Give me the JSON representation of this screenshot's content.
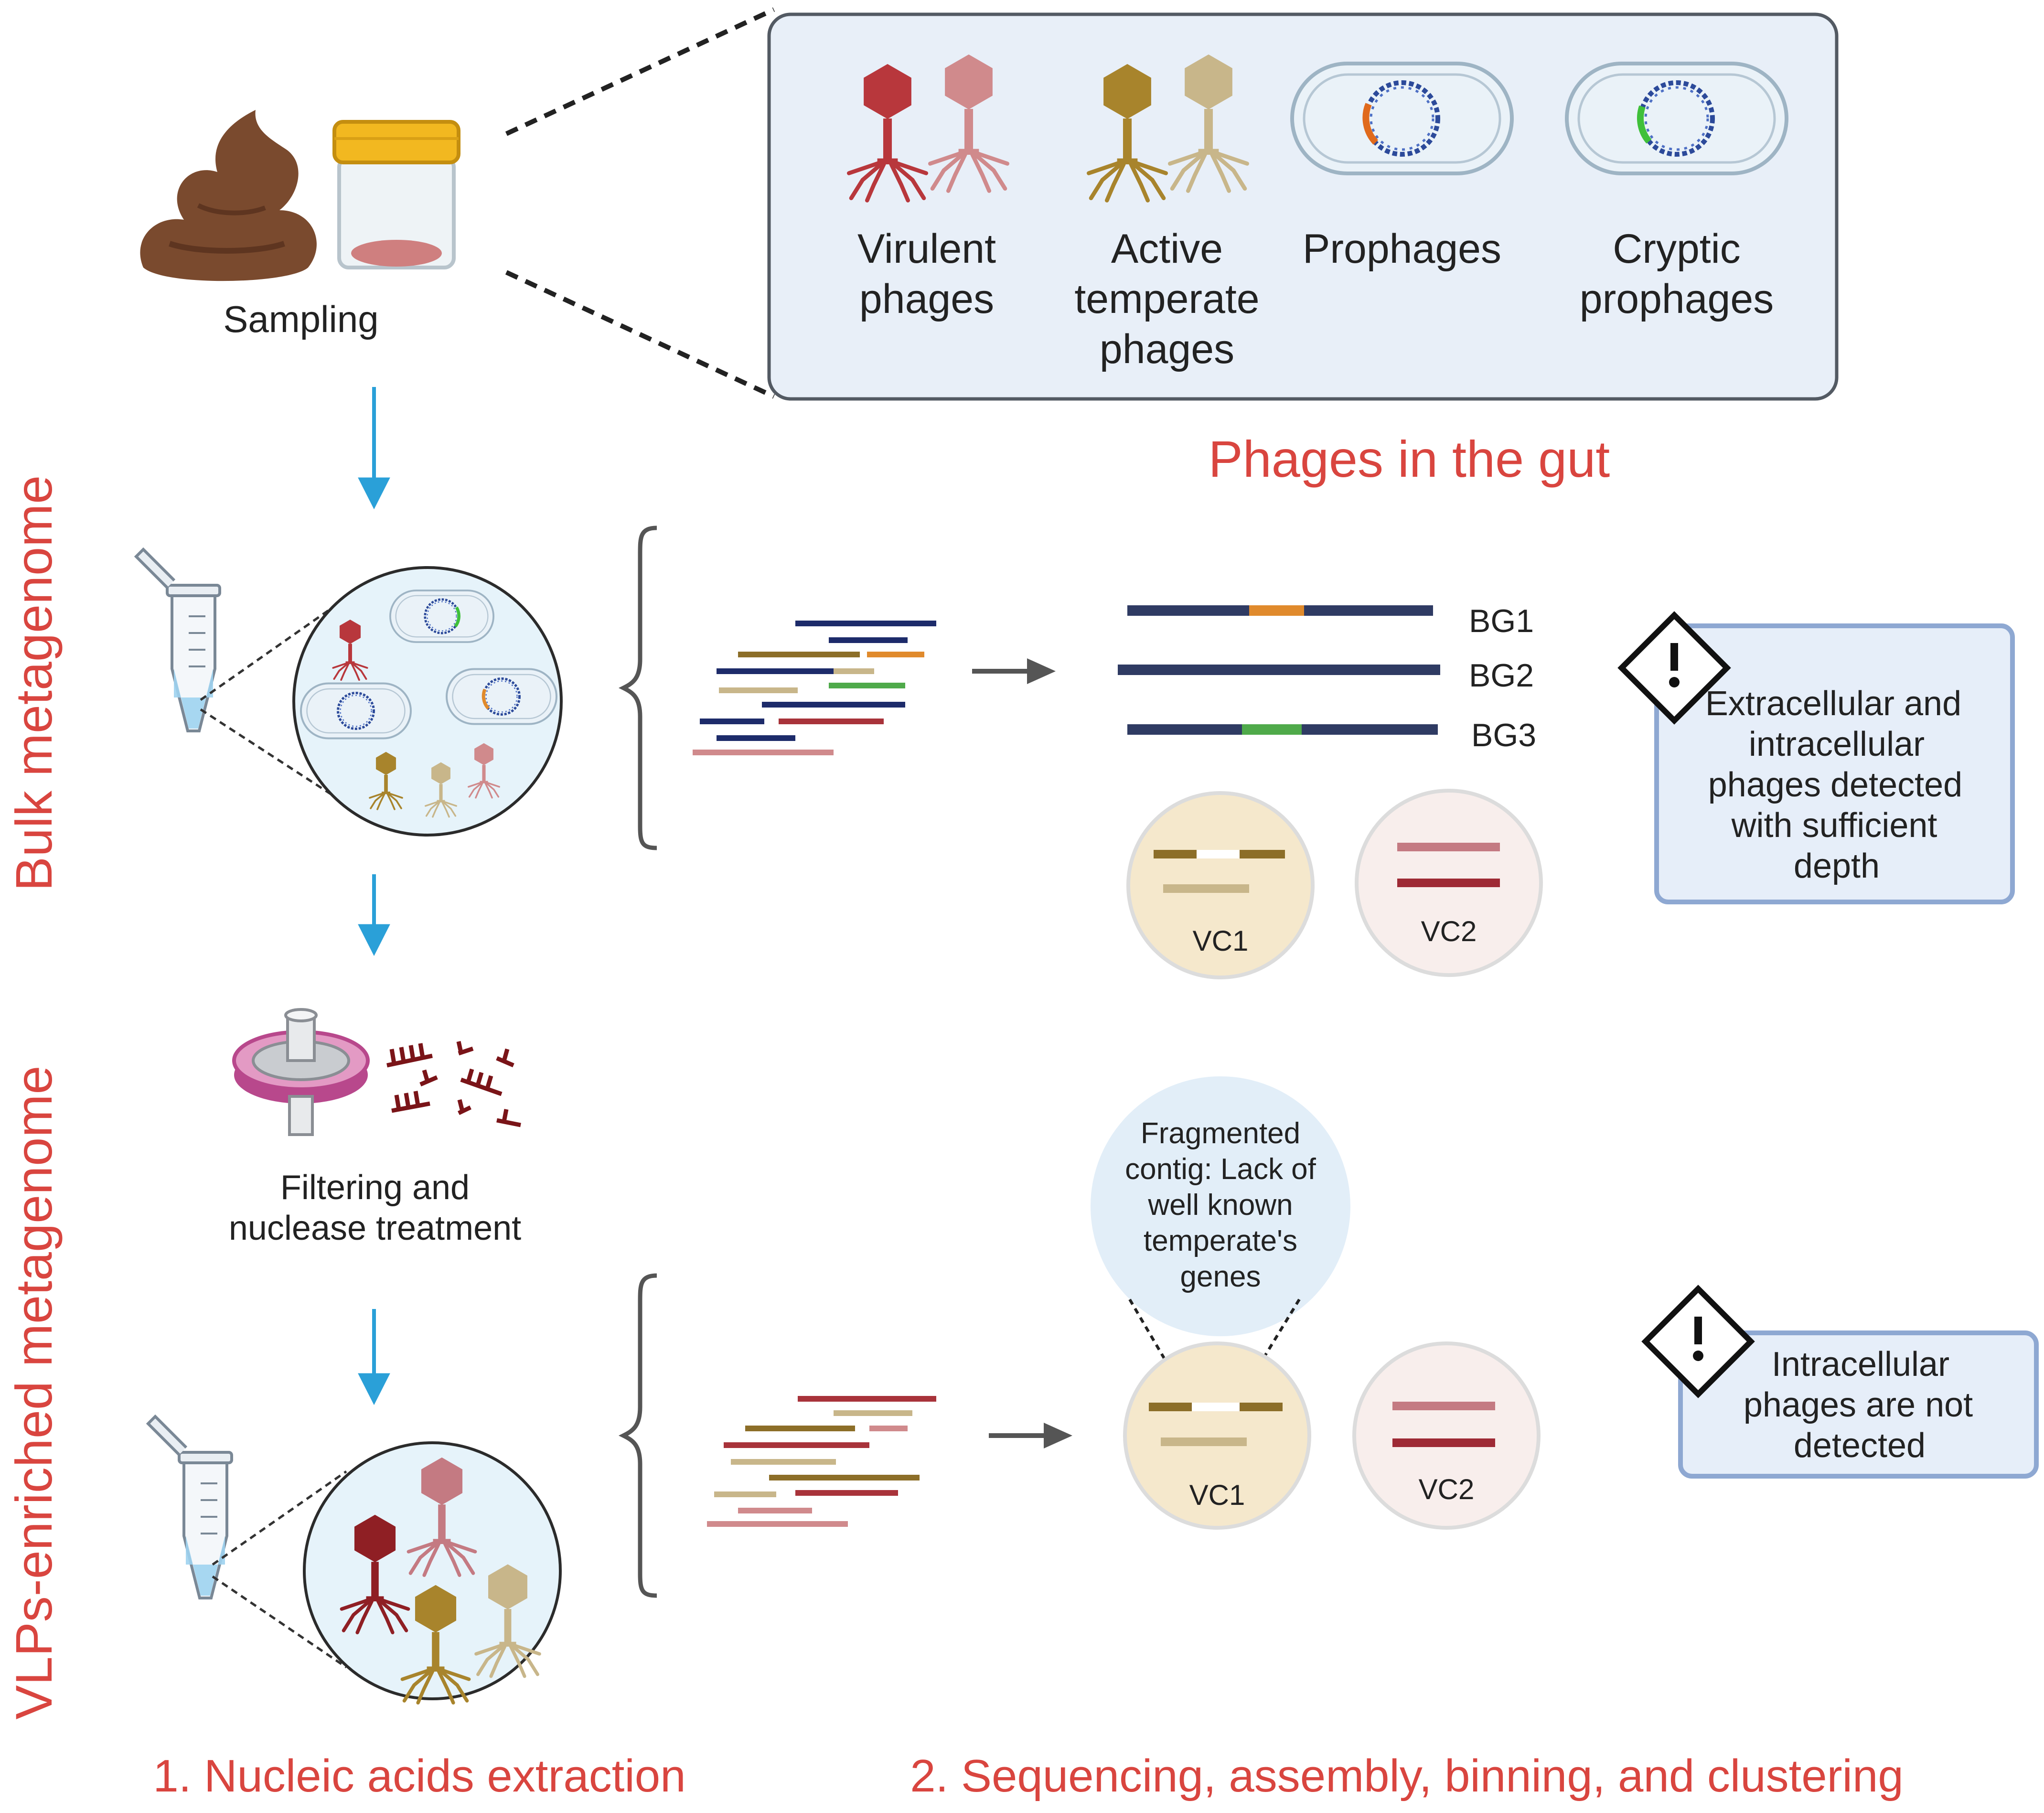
{
  "colors": {
    "red_accent": "#d9453f",
    "panel_fill": "#e8eff8",
    "panel_stroke": "#535a63",
    "callout_fill": "#e6eef9",
    "callout_stroke": "#8ea8d2",
    "navy": "#2f3b63",
    "orange": "#e08a2c",
    "green": "#4faa4a",
    "vc1_fill": "#f5e8cc",
    "vc2_fill": "#f8eeec",
    "arrow_blue": "#2aa0d8",
    "virulent_dark": "#b8373c",
    "virulent_light": "#d08a8c",
    "temperate_dark": "#a8842c",
    "temperate_light": "#c8b68a"
  },
  "icons": {
    "stool": "stool-icon",
    "sample_jar": "sample-jar-icon",
    "phage": "phage-icon",
    "bacterium": "bacterium-icon",
    "tube": "microtube-icon",
    "filter": "syringe-filter-icon",
    "dna_fragments": "dna-fragments-icon",
    "warning": "warning-icon"
  },
  "top": {
    "sampling_label": "Sampling",
    "panel_title": "Phages in the gut",
    "categories": [
      {
        "id": "virulent",
        "lines": [
          "Virulent",
          "phages",
          ""
        ]
      },
      {
        "id": "active-temperate",
        "lines": [
          "Active",
          "temperate",
          "phages"
        ]
      },
      {
        "id": "prophages",
        "lines": [
          "Prophages",
          "",
          ""
        ]
      },
      {
        "id": "cryptic",
        "lines": [
          "Cryptic",
          "prophages",
          ""
        ]
      }
    ]
  },
  "side_labels": {
    "bulk": "Bulk metagenome",
    "vlp": "VLPs-enriched metagenome"
  },
  "bulk": {
    "bins": [
      "BG1",
      "BG2",
      "BG3"
    ],
    "clusters": [
      "VC1",
      "VC2"
    ],
    "callout_lines": [
      "Extracellular and",
      "intracellular",
      "phages detected",
      "with sufficient",
      "depth"
    ]
  },
  "vlp": {
    "filter_label_lines": [
      "Filtering and",
      "nuclease treatment"
    ],
    "bubble_lines": [
      "Fragmented",
      "contig: Lack of",
      "well known",
      "temperate's",
      "genes"
    ],
    "clusters": [
      "VC1",
      "VC2"
    ],
    "callout_lines": [
      "Intracellular",
      "phages are not",
      "detected"
    ]
  },
  "steps": {
    "step1": "1. Nucleic acids extraction",
    "step2": "2. Sequencing, assembly, binning, and clustering"
  }
}
